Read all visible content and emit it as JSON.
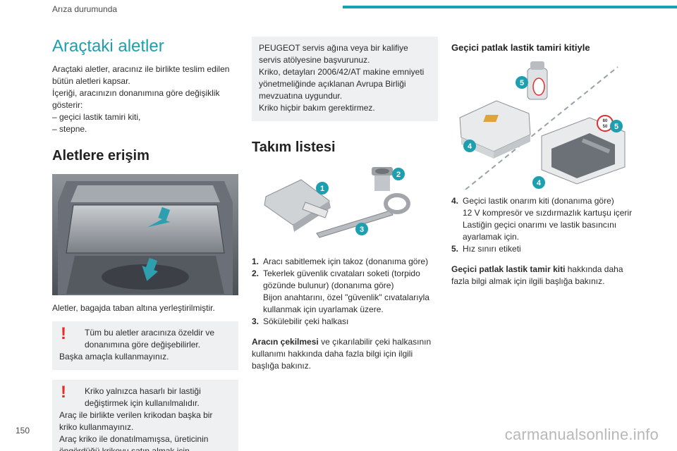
{
  "header": {
    "section_title": "Arıza durumunda"
  },
  "page_number": "150",
  "watermark": "carmanualsonline.info",
  "col1": {
    "title": "Araçtaki aletler",
    "intro1": "Araçtaki aletler, aracınız ile birlikte teslim edilen bütün aletleri kapsar.",
    "intro2": "İçeriği, aracınızın donanımına göre değişiklik gösterir:",
    "list": [
      "– geçici lastik tamiri kiti,",
      "– stepne."
    ],
    "access_title": "Aletlere erişim",
    "caption": "Aletler, bagajda taban altına yerleştirilmiştir.",
    "warn1_line1": "Tüm bu aletler aracınıza özeldir ve donanımına göre değişebilirler.",
    "warn1_line2": "Başka amaçla kullanmayınız.",
    "warn2_line1": "Kriko yalnızca hasarlı bir lastiği değiştirmek için kullanılmalıdır.",
    "warn2_line2": "Araç ile birlikte verilen krikodan başka bir kriko kullanmayınız.",
    "warn2_line3": "Araç kriko ile donatılmamışsa, üreticinin öngördüğü krikoyu satın almak için",
    "warn_mark": "!"
  },
  "col2": {
    "panel_p1": "PEUGEOT servis ağına veya bir kalifiye servis atölyesine başvurunuz.",
    "panel_p2": "Kriko, detayları 2006/42/AT makine emniyeti yönetmeliğinde açıklanan Avrupa Birliği mevzuatına uygundur.",
    "panel_p3": "Kriko hiçbir bakım gerektirmez.",
    "tools_title": "Takım listesi",
    "items": [
      {
        "n": "1.",
        "text": "Aracı sabitlemek için takoz (donanıma göre)"
      },
      {
        "n": "2.",
        "text": "Tekerlek güvenlik cıvataları soketi (torpido gözünde bulunur) (donanıma göre)"
      },
      {
        "n": "",
        "text": "Bijon anahtarını, özel \"güvenlik\" cıvatalarıyla kullanmak için uyarlamak üzere."
      },
      {
        "n": "3.",
        "text": "Sökülebilir çeki halkası"
      }
    ],
    "tow_bold": "Aracın çekilmesi",
    "tow_rest": " ve çıkarılabilir çeki halkasının kullanımı hakkında daha fazla bilgi için ilgili başlığa bakınız.",
    "callouts": [
      "1",
      "2",
      "3"
    ]
  },
  "col3": {
    "kit_title": "Geçici patlak lastik tamiri kitiyle",
    "items": [
      {
        "n": "4.",
        "text": "Geçici lastik onarım kiti (donanıma göre)"
      },
      {
        "n": "",
        "text": "12 V kompresör ve sızdırmazlık kartuşu içerir"
      },
      {
        "n": "",
        "text": "Lastiğin geçici onarımı ve lastik basıncını ayarlamak için."
      },
      {
        "n": "5.",
        "text": "Hız sınırı etiketi"
      }
    ],
    "more_bold": "Geçici patlak lastik tamir kiti",
    "more_rest": " hakkında daha fazla bilgi almak için ilgili başlığa bakınız.",
    "callouts": [
      "5",
      "5",
      "4",
      "4"
    ],
    "speed_label": "80",
    "speed_label2": "50"
  }
}
